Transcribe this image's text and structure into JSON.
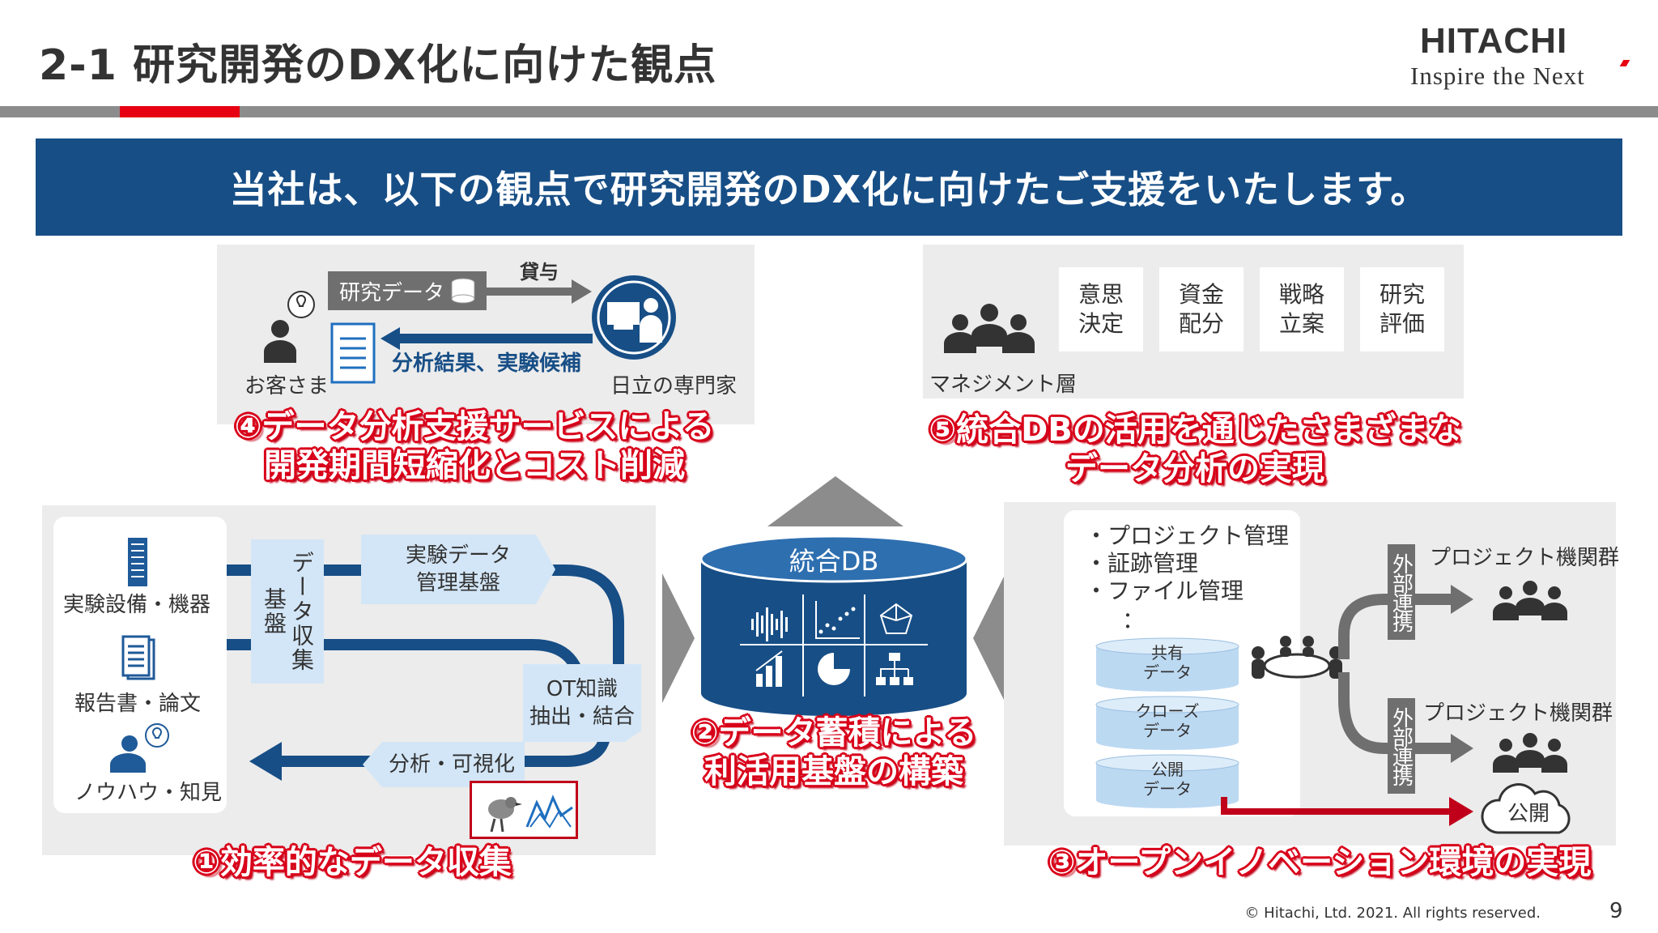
{
  "header": {
    "title": "2-1 研究開発のDX化に向けた観点",
    "logo_name": "HITACHI",
    "logo_tagline": "Inspire the Next"
  },
  "banner": "当社は、以下の観点で研究開発のDX化に向けたご支援をいたします。",
  "panel4": {
    "research_data": "研究データ",
    "lend": "貸与",
    "analysis_results": "分析結果、実験候補",
    "customer": "お客さま",
    "expert": "日立の専門家",
    "caption_line1": "④データ分析支援サービスによる",
    "caption_line2": "開発期間短縮化とコスト削減"
  },
  "panel5": {
    "management": "マネジメント層",
    "boxes": [
      "意思\n決定",
      "資金\n配分",
      "戦略\n立案",
      "研究\n評価"
    ],
    "caption_line1": "⑤統合DBの活用を通じたさまざまな",
    "caption_line2": "データ分析の実現"
  },
  "panel1": {
    "sources": [
      "実験設備・機器",
      "報告書・論文",
      "ノウハウ・知見"
    ],
    "collection_base": "データ収集基盤",
    "experiment_mgmt": "実験データ\n管理基盤",
    "ot_knowledge": "OT知識\n抽出・結合",
    "analysis_visual": "分析・可視化",
    "caption": "①効率的なデータ収集"
  },
  "center": {
    "db_label": "統合DB",
    "caption_line1": "②データ蓄積による",
    "caption_line2": "利活用基盤の構築"
  },
  "panel3": {
    "list": [
      "・プロジェクト管理",
      "・証跡管理",
      "・ファイル管理",
      "："
    ],
    "cylinders": [
      "共有\nデータ",
      "クローズ\nデータ",
      "公開\nデータ"
    ],
    "external_link": "外部連携",
    "org_group": "プロジェクト機関群",
    "public": "公開",
    "caption": "③オープンイノベーション環境の実現"
  },
  "footer": {
    "copyright": "© Hitachi, Ltd. 2021. All rights reserved.",
    "page": "9"
  },
  "colors": {
    "navy": "#174e86",
    "red": "#e60012",
    "caption_red": "#d9001b",
    "light_blue": "#d3e6f7",
    "panel_gray": "#ececec"
  }
}
